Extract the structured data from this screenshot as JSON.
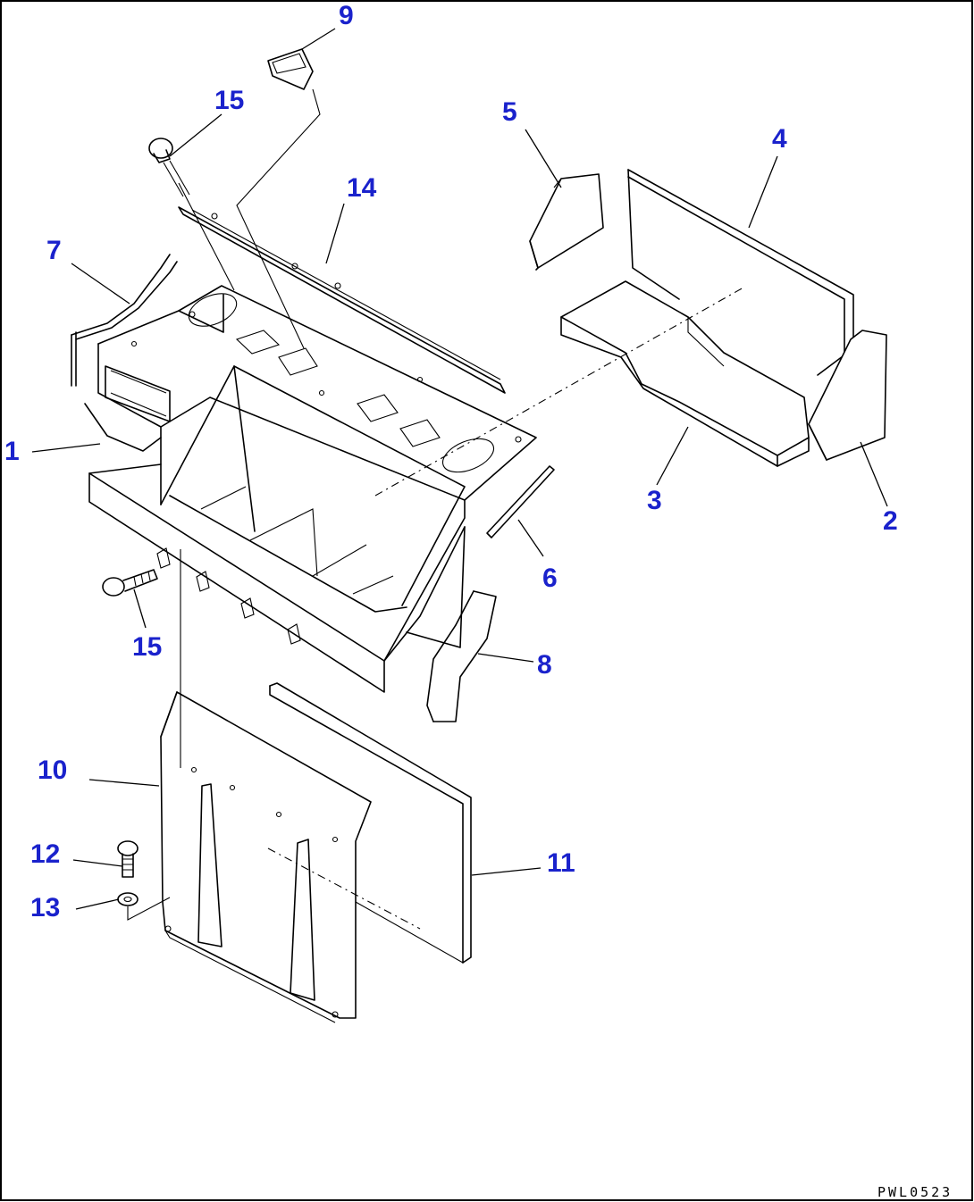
{
  "callouts": {
    "c1": "1",
    "c2": "2",
    "c3": "3",
    "c4": "4",
    "c5": "5",
    "c6": "6",
    "c7": "7",
    "c8": "8",
    "c9": "9",
    "c10": "10",
    "c11": "11",
    "c12": "12",
    "c13": "13",
    "c14": "14",
    "c15a": "15",
    "c15b": "15"
  },
  "drawing_code": "PWL0523",
  "colors": {
    "callout": "#1a22cc",
    "line": "#000000",
    "background": "#ffffff"
  }
}
